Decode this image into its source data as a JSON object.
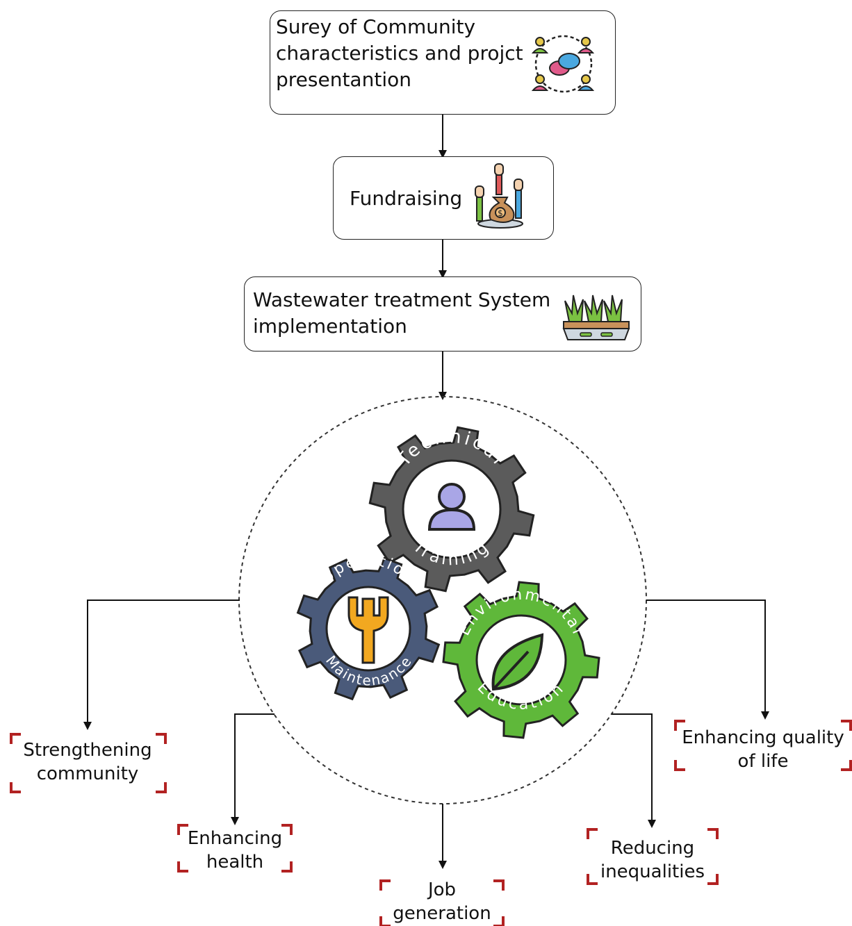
{
  "steps": [
    {
      "lines": [
        "Surey of Community",
        "characteristics and projct",
        "presentantion"
      ],
      "icon": "community-discussion-icon"
    },
    {
      "lines": [
        "Fundraising"
      ],
      "icon": "fundraising-icon"
    },
    {
      "lines": [
        "Wastewater treatment System",
        "implementation"
      ],
      "icon": "planted-wetland-icon"
    }
  ],
  "gears": [
    {
      "arc_top": "Technical",
      "arc_bottom": "Training",
      "icon": "person-icon",
      "color": "#5b5b5b"
    },
    {
      "arc_top": "Operation",
      "arc_bottom": "Maintenance",
      "icon": "wrench-icon",
      "color": "#4a5a7a"
    },
    {
      "arc_top": "Environmental",
      "arc_bottom": "Education",
      "icon": "leaf-icon",
      "color": "#5fb83a"
    }
  ],
  "outcomes": [
    {
      "lines": [
        "Strengthening",
        "community"
      ]
    },
    {
      "lines": [
        "Enhancing",
        "health"
      ]
    },
    {
      "lines": [
        "Job",
        "generation"
      ]
    },
    {
      "lines": [
        "Reducing",
        "inequalities"
      ]
    },
    {
      "lines": [
        "Enhancing quality",
        "of life"
      ]
    }
  ],
  "colors": {
    "bracket": "#b22222",
    "line": "#111111",
    "gear_outline": "#222222"
  }
}
